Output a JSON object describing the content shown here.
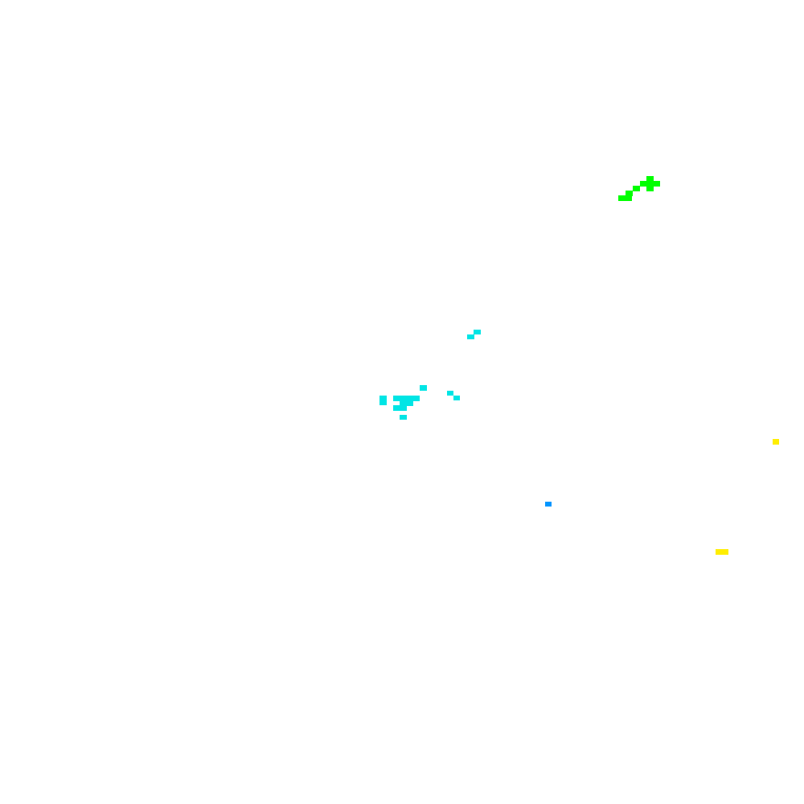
{
  "palette": {
    "background": "#ffffff",
    "green": "#00ff00",
    "cyan": "#00e5e5",
    "blue": "#0096ff",
    "yellow": "#ffee00"
  },
  "clusters": [
    {
      "name": "green-cluster",
      "color": "green"
    },
    {
      "name": "cyan-cluster-north",
      "color": "cyan"
    },
    {
      "name": "cyan-cluster-main",
      "color": "cyan"
    },
    {
      "name": "cyan-cluster-east",
      "color": "cyan"
    },
    {
      "name": "blue-point",
      "color": "blue"
    },
    {
      "name": "yellow-point-east",
      "color": "yellow"
    },
    {
      "name": "yellow-point-south",
      "color": "yellow"
    }
  ]
}
